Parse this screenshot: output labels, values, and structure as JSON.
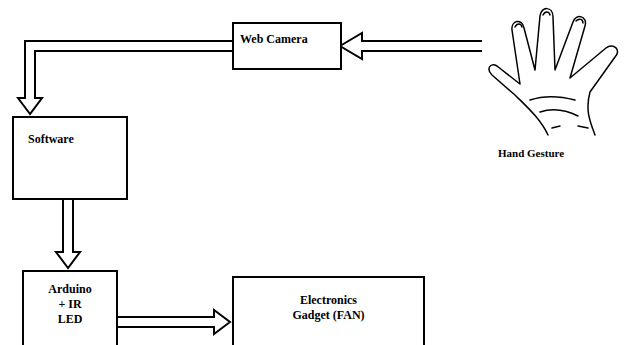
{
  "diagram": {
    "nodes": [
      {
        "text": [
          "Web Camera"
        ]
      },
      {
        "text": [
          "Software"
        ]
      },
      {
        "text": [
          "Arduino + IR LED"
        ]
      },
      {
        "text": [
          "Electronics Gadget (FAN)"
        ]
      }
    ],
    "edges": [
      {
        "from": 0,
        "to": 1,
        "arrow": "to"
      },
      {
        "from": 1,
        "to": 2,
        "arrow": "to"
      },
      {
        "from": 2,
        "to": 3,
        "arrow": "to"
      }
    ],
    "labels": [
      "Hand Gesture"
    ]
  }
}
